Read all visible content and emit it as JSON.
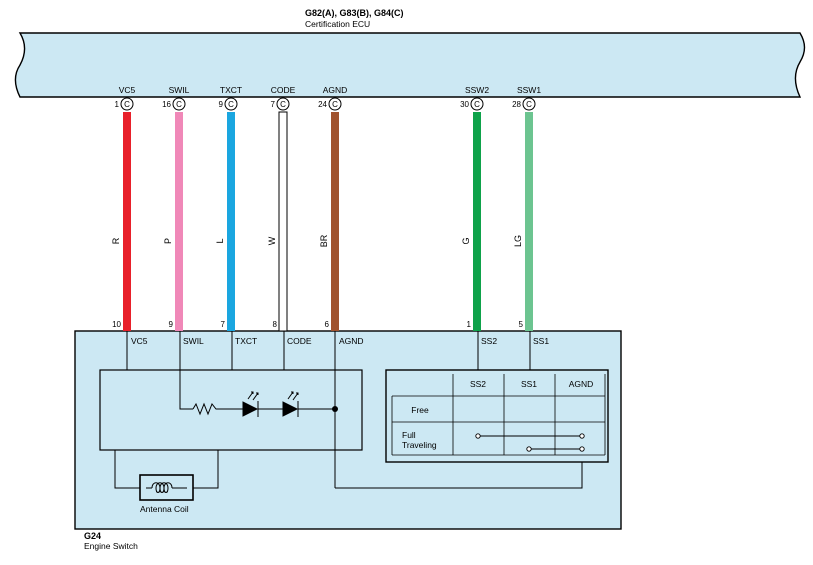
{
  "ecu": {
    "title": "G82(A), G83(B), G84(C)",
    "subtitle": "Certification ECU"
  },
  "connector_letter": "C",
  "wires": [
    {
      "id": "vc5",
      "ecu_pin": "1",
      "name": "VC5",
      "color_code": "R",
      "color": "#e8202a",
      "switch_pin": "10",
      "switch_name": "VC5"
    },
    {
      "id": "swil",
      "ecu_pin": "16",
      "name": "SWIL",
      "color_code": "P",
      "color": "#f088b8",
      "switch_pin": "9",
      "switch_name": "SWIL"
    },
    {
      "id": "txct",
      "ecu_pin": "9",
      "name": "TXCT",
      "color_code": "L",
      "color": "#1aa6e0",
      "switch_pin": "7",
      "switch_name": "TXCT"
    },
    {
      "id": "code",
      "ecu_pin": "7",
      "name": "CODE",
      "color_code": "W",
      "color": "#ffffff",
      "switch_pin": "8",
      "switch_name": "CODE"
    },
    {
      "id": "agnd",
      "ecu_pin": "24",
      "name": "AGND",
      "color_code": "BR",
      "color": "#a0522d",
      "switch_pin": "6",
      "switch_name": "AGND"
    },
    {
      "id": "ssw2",
      "ecu_pin": "30",
      "name": "SSW2",
      "color_code": "G",
      "color": "#0ea24a",
      "switch_pin": "1",
      "switch_name": "SS2"
    },
    {
      "id": "ssw1",
      "ecu_pin": "28",
      "name": "SSW1",
      "color_code": "LG",
      "color": "#6cc490",
      "switch_pin": "5",
      "switch_name": "SS1"
    }
  ],
  "switch_table": {
    "headers": [
      "SS2",
      "SS1",
      "AGND"
    ],
    "rows": [
      "Free",
      "Full",
      "Traveling"
    ]
  },
  "antenna": {
    "label": "Antenna Coil"
  },
  "engine_switch": {
    "code": "G24",
    "name": "Engine Switch"
  },
  "colors": {
    "ecu_fill": "#cce8f3",
    "switch_fill": "#cce8f3",
    "outline": "#000000"
  }
}
